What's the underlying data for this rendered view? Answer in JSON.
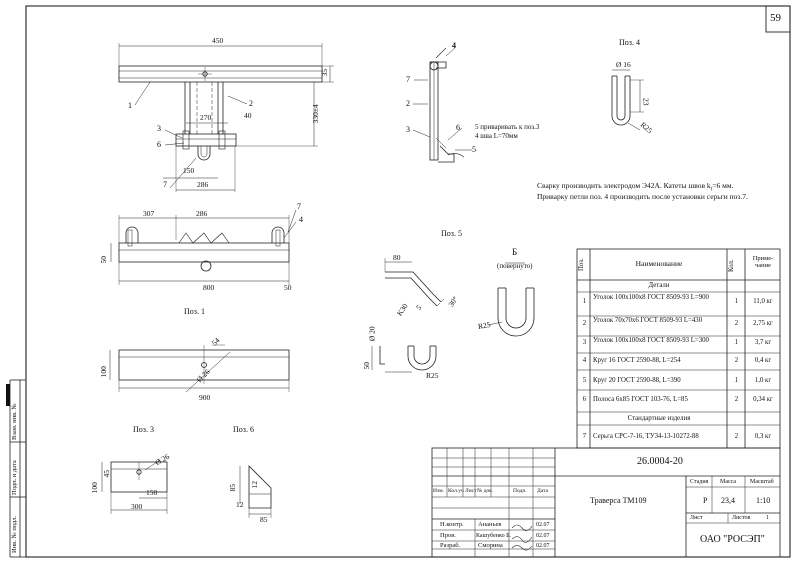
{
  "sheet_number": "59",
  "notes": {
    "welding": "Сварку производить электродом Э42А. Катеты швов k",
    "welding_sub": "f",
    "welding_tail": "=6 мм.",
    "tie": "Приварку петли поз. 4 производить после установки серьги поз.7.",
    "weld_callout_1": "5 приваривать к поз.3",
    "weld_callout_2": "4 шва L=70мм"
  },
  "view_labels": {
    "pos1": "Поз. 1",
    "pos3": "Поз. 3",
    "pos4": "Поз. 4",
    "pos5": "Поз. 5",
    "pos6": "Поз. 6",
    "view_b": "Б",
    "view_b_sub": "(повернуто)"
  },
  "dimensions": {
    "main_450": "450",
    "main_35": "35",
    "main_330": "330±4",
    "main_270": "270",
    "main_40": "40",
    "main_150": "150",
    "main_286": "286",
    "bottom_307": "307",
    "bottom_286": "286",
    "bottom_50": "50",
    "bottom_800": "800",
    "bottom_50r": "50",
    "pos1_100": "100",
    "pos1_54": "54",
    "pos1_d26": "Ø 26",
    "pos1_900": "900",
    "pos3_100": "100",
    "pos3_45": "45",
    "pos3_d26": "Ø 26",
    "pos3_150": "150",
    "pos3_300": "300",
    "pos6_85": "85",
    "pos6_12": "12",
    "pos6_12b": "12",
    "pos6_85b": "85",
    "pos4_d16": "Ø 16",
    "pos4_23": "23",
    "pos4_r25": "R25",
    "pos5_80": "80",
    "pos5_k30": "K30",
    "pos5_5": "5",
    "pos5_30deg": "30°",
    "pos5_d20": "Ø 20",
    "pos5_50": "50",
    "pos5_r25": "R25",
    "view_b_r25": "R25"
  },
  "callouts": {
    "c1": "1",
    "c2": "2",
    "c3": "3",
    "c6": "6",
    "c7": "7",
    "c7b": "7",
    "c4b": "4",
    "s7": "7",
    "s4": "4",
    "s2": "2",
    "s3": "3",
    "s6": "6",
    "s5": "5"
  },
  "spec_table": {
    "headers": [
      "Поз.",
      "Наименование",
      "Кол.",
      "Приме-чание"
    ],
    "section_details": "Детали",
    "section_standard": "Стандартные изделия",
    "rows": [
      {
        "pos": "1",
        "name": "Уголок 100х100х8 ГОСТ 8509-93 L=900",
        "qty": "1",
        "note": "11,0 кг"
      },
      {
        "pos": "2",
        "name": "Уголок 70х70х6 ГОСТ 8509-93 L=430",
        "qty": "2",
        "note": "2,75 кг"
      },
      {
        "pos": "3",
        "name": "Уголок 100х100х8 ГОСТ 8509-93 L=300",
        "qty": "1",
        "note": "3,7 кг"
      },
      {
        "pos": "4",
        "name": "Круг 16 ГОСТ 2590-88, L=254",
        "qty": "2",
        "note": "0,4 кг"
      },
      {
        "pos": "5",
        "name": "Круг 20 ГОСТ 2590-88, L=390",
        "qty": "1",
        "note": "1,0 кг"
      },
      {
        "pos": "6",
        "name": "Полоса 6х85 ГОСТ 103-76, L=85",
        "qty": "2",
        "note": "0,34 кг"
      },
      {
        "pos": "7",
        "name": "Серьга СРС-7-16,  ТУ34-13-10272-88",
        "qty": "2",
        "note": "0,3 кг"
      }
    ]
  },
  "title_block": {
    "doc_code": "26.0004-20",
    "product": "Траверса ТМ109",
    "company": "ОАО \"РОСЭП\"",
    "stage_label": "Стадия",
    "mass_label": "Масса",
    "scale_label": "Масштаб",
    "stage": "Р",
    "mass": "23,4",
    "scale": "1:10",
    "sheet_label": "Лист",
    "sheets_label": "Листов",
    "sheets_value": "1",
    "col_headers": [
      "Изм.",
      "Кол.уч",
      "Лист",
      "№ док.",
      "Подп.",
      "Дата"
    ],
    "roles": [
      "Н.контр.",
      "Пров.",
      "Разраб."
    ],
    "names": [
      "Ананьев",
      "Кашубенко Б.",
      "Сморина"
    ],
    "dates": [
      "02.07",
      "02.07",
      "02.07"
    ]
  },
  "left_strip": [
    "Взам. инв. №",
    "Подп. и дата",
    "Инв. № подл."
  ]
}
